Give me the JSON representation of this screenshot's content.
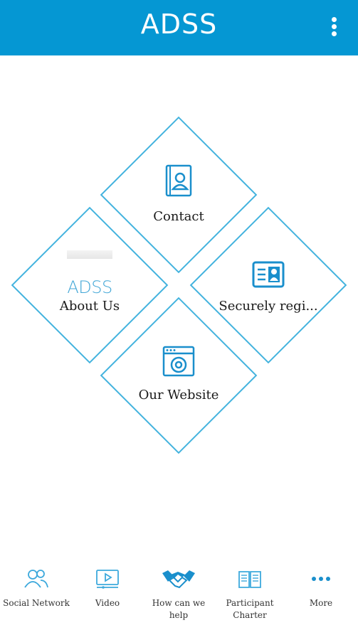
{
  "header": {
    "title": "ADSS"
  },
  "tiles": {
    "contact": "Contact",
    "about": {
      "logo": "ADSS",
      "label": "About Us"
    },
    "secure": "Securely regi...",
    "website": "Our Website"
  },
  "bottom_nav": [
    {
      "label": "Social Network",
      "icon": "users-icon"
    },
    {
      "label": "Video",
      "icon": "video-play-icon"
    },
    {
      "label": "How can we help",
      "icon": "handshake-icon"
    },
    {
      "label": "Participant Charter",
      "icon": "open-book-icon"
    },
    {
      "label": "More",
      "icon": "more-dots-icon"
    }
  ],
  "colors": {
    "primary": "#0597d3",
    "accent": "#43b3de"
  }
}
